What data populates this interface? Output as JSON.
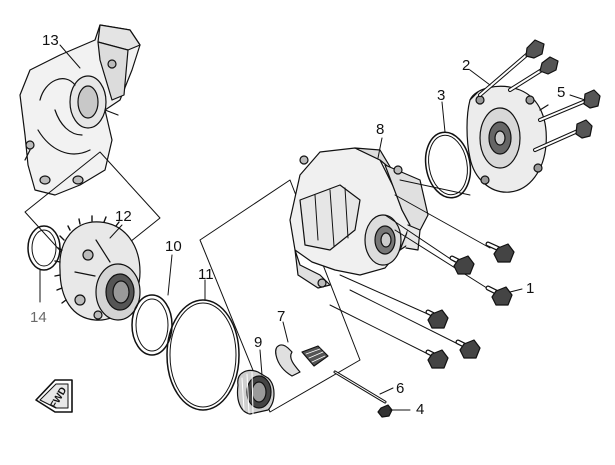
{
  "callouts": [
    {
      "id": "c1",
      "text": "1"
    },
    {
      "id": "c2",
      "text": "2"
    },
    {
      "id": "c3",
      "text": "3"
    },
    {
      "id": "c4",
      "text": "4"
    },
    {
      "id": "c5",
      "text": "5"
    },
    {
      "id": "c6",
      "text": "6"
    },
    {
      "id": "c7",
      "text": "7"
    },
    {
      "id": "c8",
      "text": "8"
    },
    {
      "id": "c9",
      "text": "9"
    },
    {
      "id": "c10",
      "text": "10"
    },
    {
      "id": "c11",
      "text": "11"
    },
    {
      "id": "c12",
      "text": "12"
    },
    {
      "id": "c13",
      "text": "13"
    },
    {
      "id": "c14",
      "text": "14"
    }
  ],
  "fwd_symbol": {
    "text": "FWD",
    "icon": "forward-arrow-icon"
  },
  "colors": {
    "line": "#111111",
    "shade": "#d8d8d8",
    "dark": "#555555",
    "grey_label": "#6a6a6a"
  }
}
